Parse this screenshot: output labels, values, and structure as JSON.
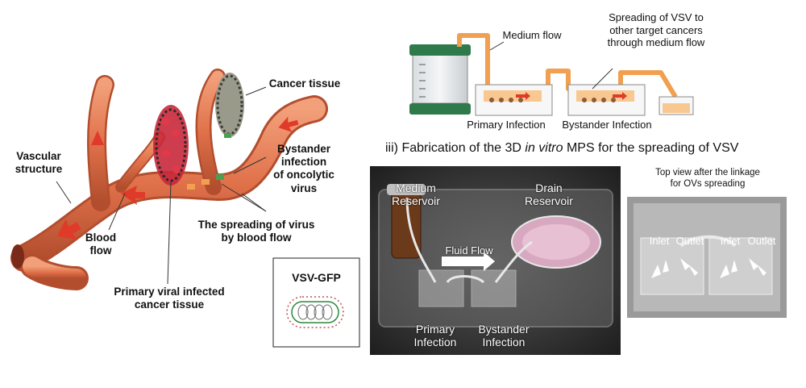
{
  "left_diagram": {
    "labels": {
      "cancer_tissue": "Cancer tissue",
      "vascular_structure": "Vascular\nstructure",
      "blood_flow": "Blood\nflow",
      "bystander_infection": "Bystander\ninfection\nof oncolytic\nvirus",
      "spreading_of_virus": "The spreading of virus\nby blood flow",
      "primary_infected": "Primary viral infected\ncancer tissue"
    },
    "vessel_color": "#e0714a",
    "arrow_color": "#e03a2a"
  },
  "vsv_box": {
    "title": "VSV-GFP"
  },
  "flow_schematic": {
    "medium_flow": "Medium flow",
    "spreading_note": "Spreading of VSV to\nother target cancers\nthrough medium flow",
    "primary_infection": "Primary Infection",
    "bystander_infection": "Bystander Infection",
    "tube_color": "#f0a050",
    "reservoir_color": "#2e7a4a"
  },
  "section": {
    "prefix": "iii) Fabrication of the 3D ",
    "italic": "in vitro",
    "suffix": " MPS for the spreading of VSV"
  },
  "photo": {
    "medium_reservoir": "Medium\nReservoir",
    "drain_reservoir": "Drain\nReservoir",
    "fluid_flow": "Fluid Flow",
    "primary_infection": "Primary\nInfection",
    "bystander_infection": "Bystander\nInfection"
  },
  "top_view": {
    "caption": "Top view after the linkage\nfor OVs spreading",
    "inlet_1": "Inlet",
    "outlet_1": "Outlet",
    "inlet_2": "Inlet",
    "outlet_2": "Outlet"
  }
}
